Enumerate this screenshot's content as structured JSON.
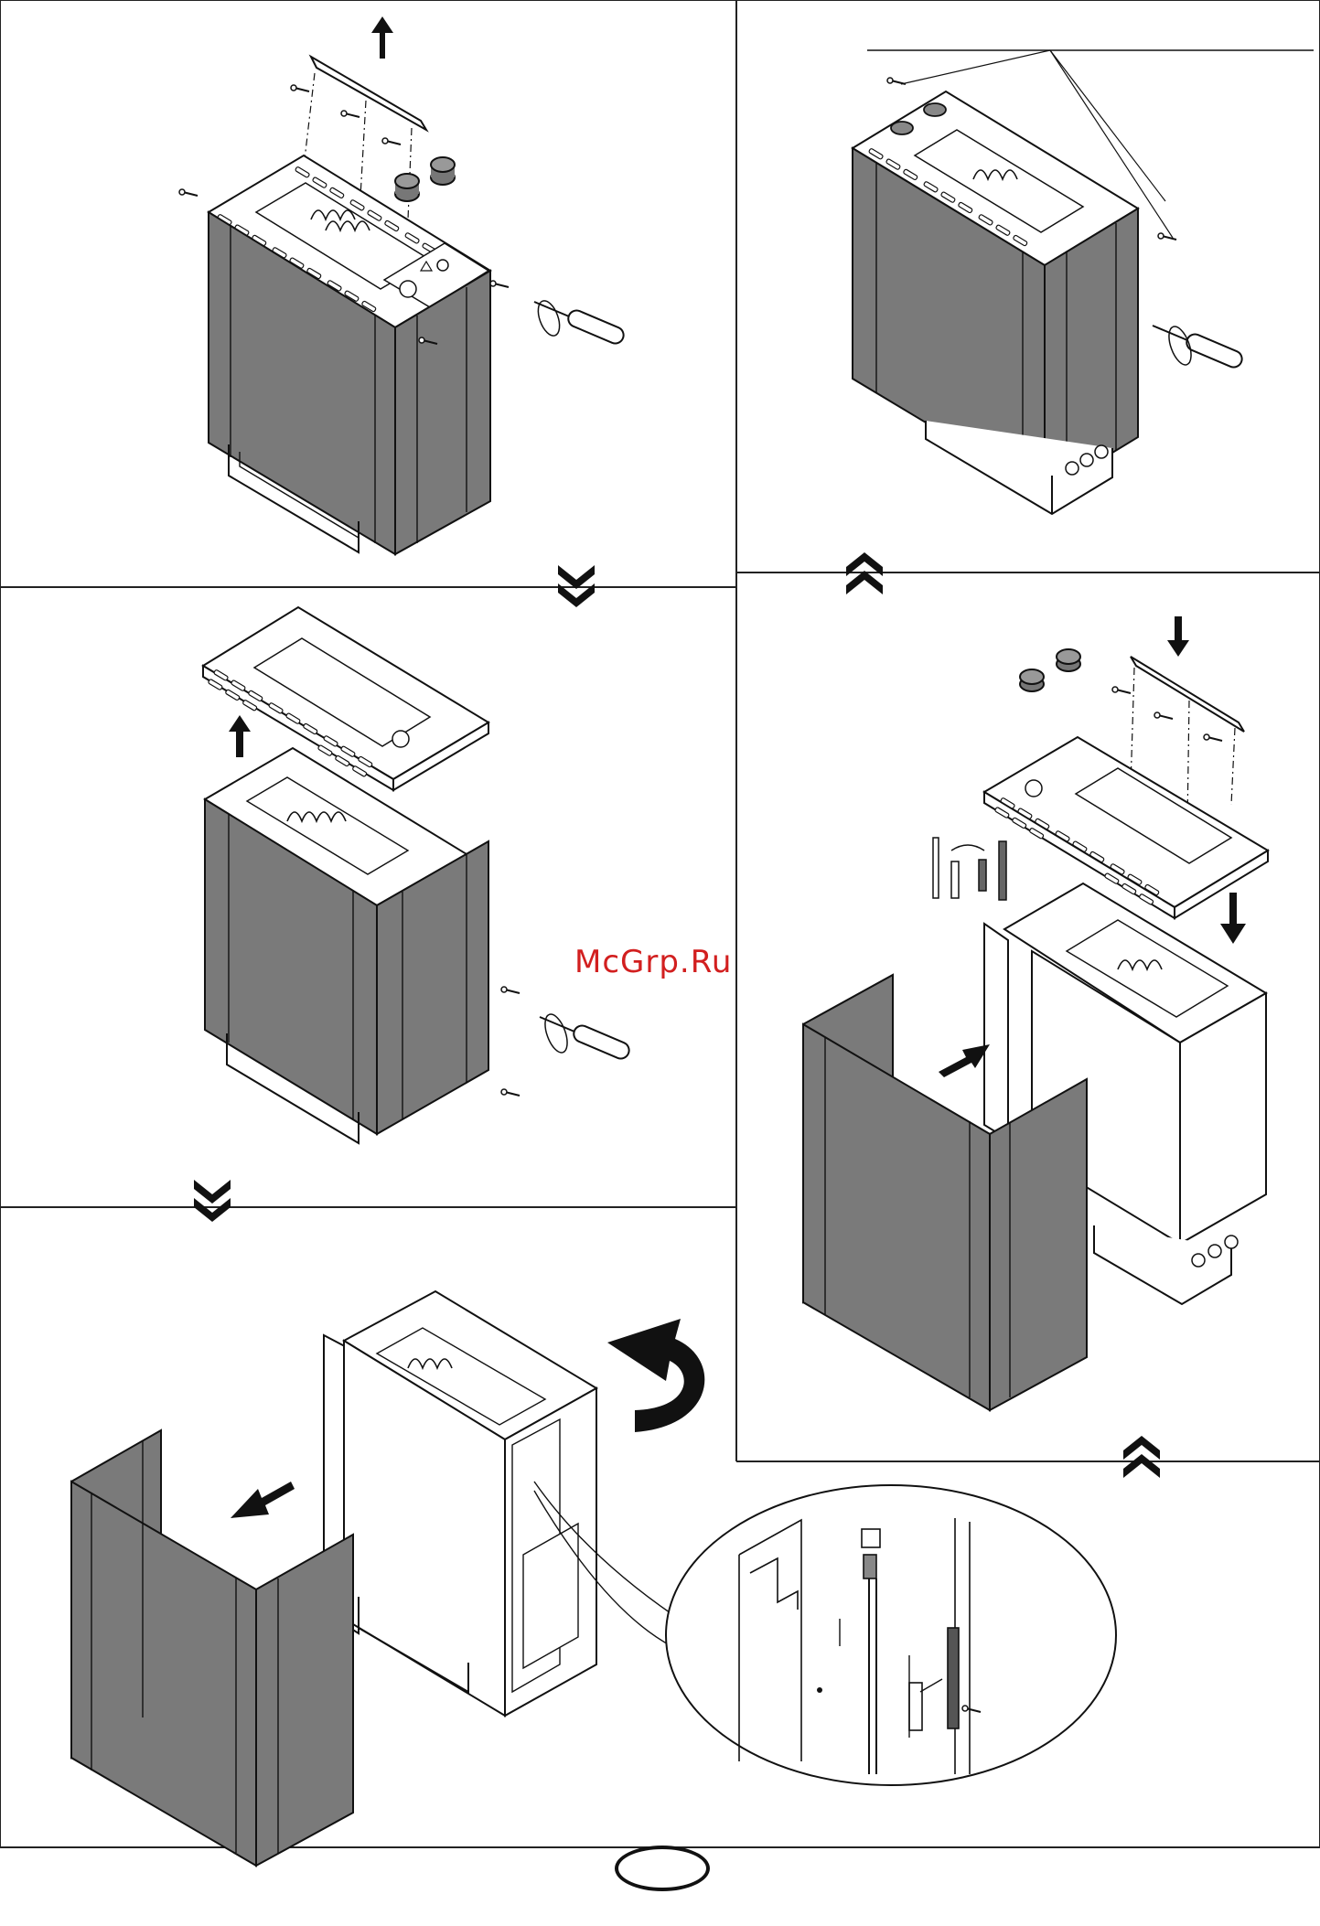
{
  "page": {
    "watermark": "McGrp.Ru",
    "page_number": ""
  },
  "colors": {
    "panel_fill": "#7a7a7a",
    "line": "#111111",
    "frame": "#222222",
    "watermark": "#d21f1f",
    "background": "#ffffff"
  },
  "steps": [
    {
      "id": "step-1",
      "icons": [
        "up-arrow-icon",
        "screwdriver-icon",
        "screw-icon",
        "knob-icon"
      ]
    },
    {
      "id": "step-2",
      "icons": [
        "screwdriver-icon",
        "screw-icon",
        "knob-icon"
      ]
    },
    {
      "id": "step-3",
      "icons": [
        "up-arrow-icon",
        "screwdriver-icon",
        "screw-icon"
      ]
    },
    {
      "id": "step-4",
      "icons": [
        "down-arrow-icon",
        "push-arrow-icon",
        "hinge-pin-icon",
        "knob-icon"
      ]
    },
    {
      "id": "step-5",
      "icons": [
        "rotate-arrow-icon",
        "pull-arrow-icon",
        "hinge-detail-icon"
      ]
    }
  ]
}
